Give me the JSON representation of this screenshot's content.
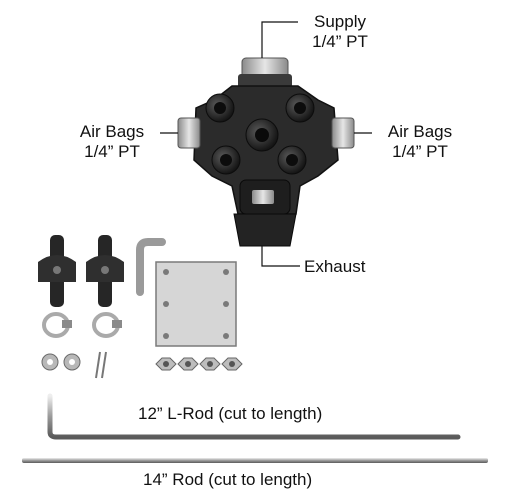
{
  "labels": {
    "supply": {
      "line1": "Supply",
      "line2": "1/4” PT"
    },
    "air_bags_left": {
      "line1": "Air Bags",
      "line2": "1/4” PT"
    },
    "air_bags_right": {
      "line1": "Air Bags",
      "line2": "1/4” PT"
    },
    "exhaust": "Exhaust",
    "l_rod": "12” L-Rod (cut to length)",
    "rod": "14” Rod (cut to length)"
  },
  "colors": {
    "valve_body": "#2b2b2b",
    "metal": "#b8b8b8",
    "plate": "#d6d6d6",
    "text": "#111111"
  }
}
